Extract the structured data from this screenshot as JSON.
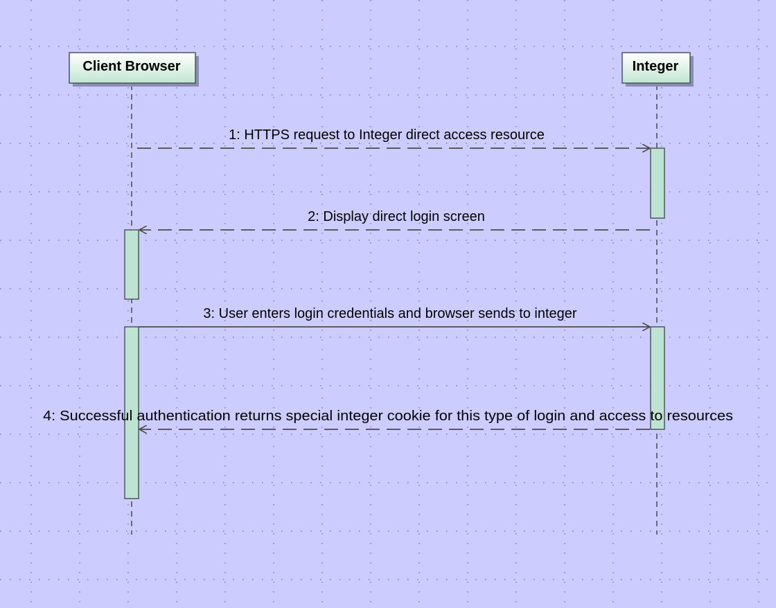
{
  "participants": [
    {
      "id": "client",
      "name": "Client Browser"
    },
    {
      "id": "integer",
      "name": "Integer"
    }
  ],
  "messages": [
    {
      "id": "m1",
      "label": "1: HTTPS request to Integer direct access resource",
      "from": "client",
      "to": "integer",
      "style": "dashed"
    },
    {
      "id": "m2",
      "label": "2: Display direct login screen",
      "from": "integer",
      "to": "client",
      "style": "dashed"
    },
    {
      "id": "m3",
      "label": "3: User enters login credentials and browser sends to integer",
      "from": "client",
      "to": "integer",
      "style": "solid"
    },
    {
      "id": "m4",
      "label": "4: Successful authentication returns special integer cookie for this type of login and access to resources",
      "from": "integer",
      "to": "client",
      "style": "dashed"
    }
  ],
  "colors": {
    "background": "#ccccff",
    "grid": "#7f7faa",
    "participant_fill_top": "#ffffff",
    "participant_fill_bottom": "#c2e6d2",
    "activation_fill": "#bfe3d3",
    "line": "#4a4a4a",
    "border": "#445566"
  }
}
